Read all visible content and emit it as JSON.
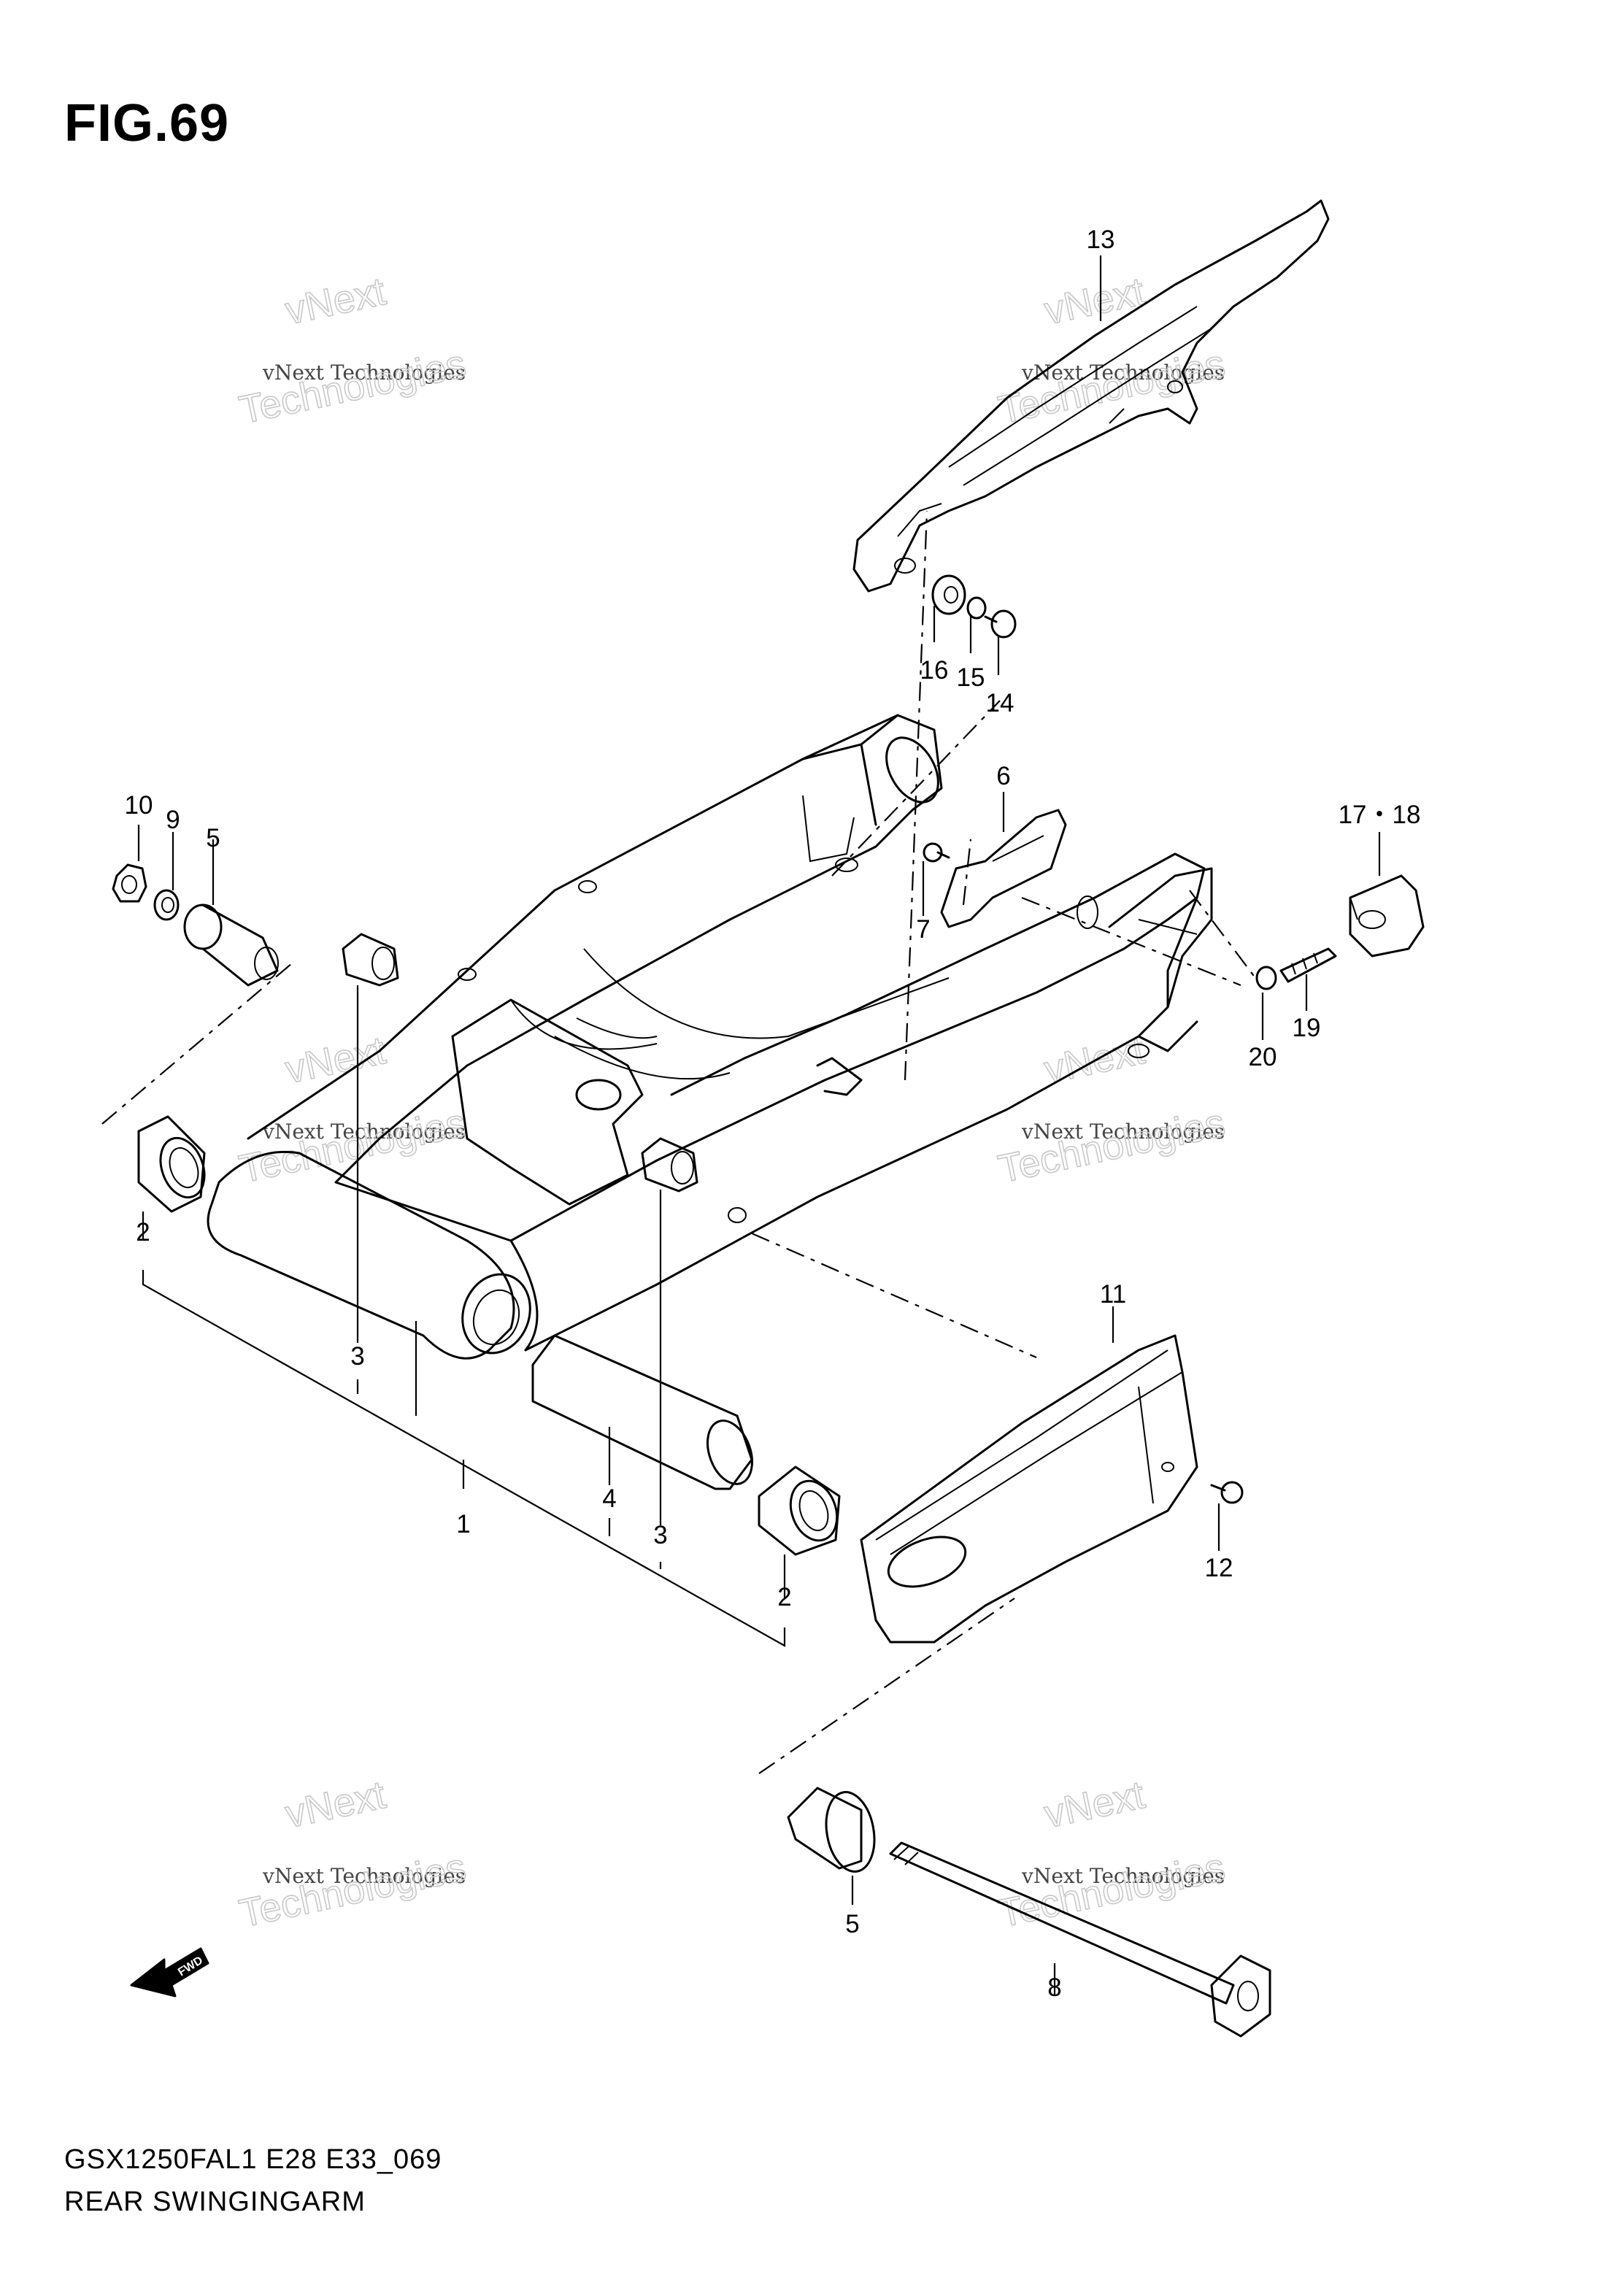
{
  "figure": {
    "title": "FIG.69",
    "model_code": "GSX1250FAL1 E28 E33_069",
    "section_name": "REAR SWINGINGARM",
    "fwd_label": "FWD"
  },
  "watermarks": [
    {
      "line1": "vNext",
      "line2": "vNext Technologies",
      "line3": "Technologies"
    },
    {
      "line1": "vNext",
      "line2": "vNext Technologies",
      "line3": "Technologies"
    },
    {
      "line1": "vNext",
      "line2": "vNext Technologies",
      "line3": "Technologies"
    },
    {
      "line1": "vNext",
      "line2": "vNext Technologies",
      "line3": "Technologies"
    },
    {
      "line1": "vNext",
      "line2": "vNext Technologies",
      "line3": "Technologies"
    },
    {
      "line1": "vNext",
      "line2": "vNext Technologies",
      "line3": "Technologies"
    }
  ],
  "callouts": {
    "c1": "1",
    "c2a": "2",
    "c2b": "2",
    "c3a": "3",
    "c3b": "3",
    "c4": "4",
    "c5a": "5",
    "c5b": "5",
    "c6": "6",
    "c7": "7",
    "c8": "8",
    "c9": "9",
    "c10": "10",
    "c11": "11",
    "c12": "12",
    "c13": "13",
    "c14": "14",
    "c15": "15",
    "c16": "16",
    "c17_18": "17・18",
    "c19": "19",
    "c20": "20"
  }
}
